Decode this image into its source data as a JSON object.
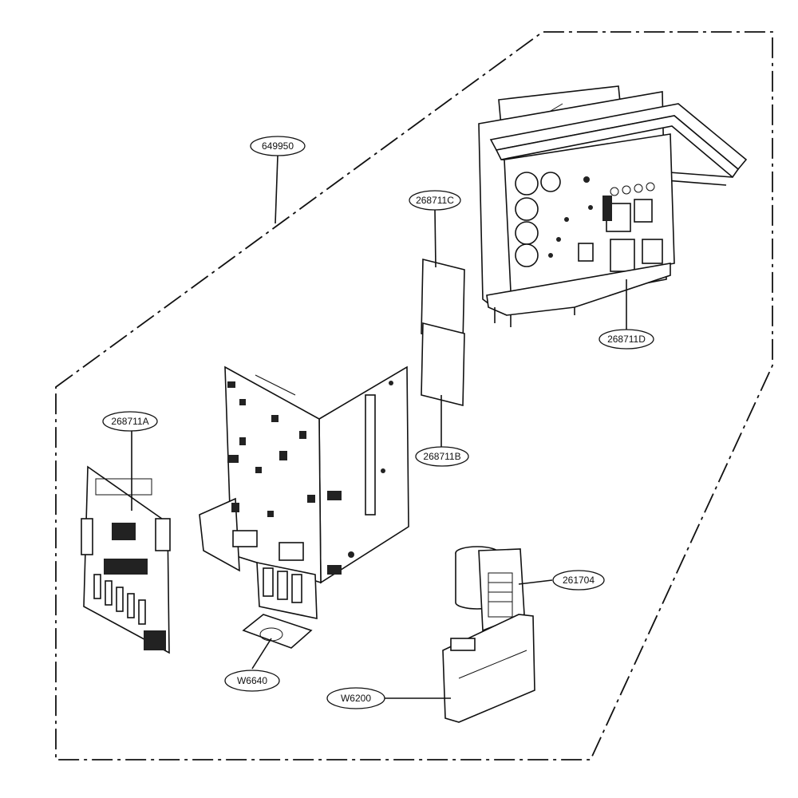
{
  "callouts": {
    "assembly": "649950",
    "board_c": "268711C",
    "board_d": "268711D",
    "board_a": "268711A",
    "board_b": "268711B",
    "reactor": "261704",
    "terminal_block": "W6640",
    "harness": "W6200"
  },
  "colors": {
    "line": "#111111",
    "background": "#ffffff"
  }
}
